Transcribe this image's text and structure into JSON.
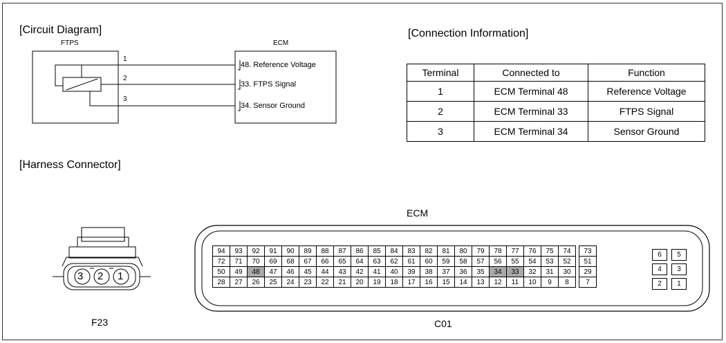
{
  "headings": {
    "circuit": "[Circuit Diagram]",
    "connection": "[Connection Information]",
    "harness": "[Harness Connector]"
  },
  "circuit": {
    "left_box_label": "FTPS",
    "right_box_label": "ECM",
    "wires": [
      {
        "pin": "1",
        "ecm_label": "48. Reference Voltage"
      },
      {
        "pin": "2",
        "ecm_label": "33. FTPS Signal"
      },
      {
        "pin": "3",
        "ecm_label": "34. Sensor Ground"
      }
    ]
  },
  "connection_table": {
    "headers": [
      "Terminal",
      "Connected to",
      "Function"
    ],
    "rows": [
      [
        "1",
        "ECM Terminal 48",
        "Reference Voltage"
      ],
      [
        "2",
        "ECM Terminal 33",
        "FTPS Signal"
      ],
      [
        "3",
        "ECM Terminal 34",
        "Sensor Ground"
      ]
    ]
  },
  "connectors": {
    "f23": {
      "code": "F23",
      "pins": [
        "3",
        "2",
        "1"
      ]
    },
    "ecm": {
      "title": "ECM",
      "code": "C01",
      "rows": [
        [
          "94",
          "93",
          "92",
          "91",
          "90",
          "89",
          "88",
          "87",
          "86",
          "85",
          "84",
          "83",
          "82",
          "81",
          "80",
          "79",
          "78",
          "77",
          "76",
          "75",
          "74",
          "73"
        ],
        [
          "72",
          "71",
          "70",
          "69",
          "68",
          "67",
          "66",
          "65",
          "64",
          "63",
          "62",
          "61",
          "60",
          "59",
          "58",
          "57",
          "56",
          "55",
          "54",
          "53",
          "52",
          "51"
        ],
        [
          "50",
          "49",
          "48",
          "47",
          "46",
          "45",
          "44",
          "43",
          "42",
          "41",
          "40",
          "39",
          "38",
          "37",
          "36",
          "35",
          "34",
          "33",
          "32",
          "31",
          "30",
          "29"
        ],
        [
          "28",
          "27",
          "26",
          "25",
          "24",
          "23",
          "22",
          "21",
          "20",
          "19",
          "18",
          "17",
          "16",
          "15",
          "14",
          "13",
          "12",
          "11",
          "10",
          "9",
          "8",
          "7"
        ]
      ],
      "highlighted": [
        "48",
        "34",
        "33"
      ],
      "small_pins": [
        [
          "6",
          "5"
        ],
        [
          "4",
          "3"
        ],
        [
          "2",
          "1"
        ]
      ]
    }
  }
}
